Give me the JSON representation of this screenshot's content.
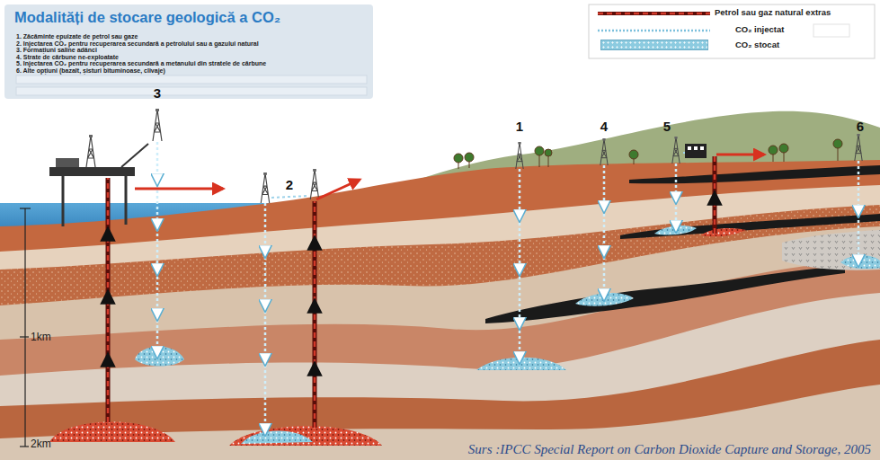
{
  "diagram": {
    "title": "Modalități de stocare geologică a CO₂",
    "caption": "Surs :IPCC Special Report on Carbon Dioxide Capture and Storage, 2005",
    "labels": [
      "1. Zăcăminte epuizate de petrol sau gaze",
      "2. Injectarea CO₂ pentru recuperarea secundară a petrolului sau a gazului natural",
      "3. Formațiuni saline adânci",
      "4. Strate de cărbune ne-exploatate",
      "5. Injectarea CO₂ pentru recuperarea secundară a metanului din stratele de cărbune",
      "6. Alte opțiuni (bazalt, șisturi bituminoase, clivaje)",
      "3",
      "2",
      "1",
      "4",
      "5",
      "6",
      "1km",
      "2km"
    ],
    "legend": [
      {
        "text": "Petrol sau gaz natural extras"
      },
      {
        "text": "CO₂ injectat"
      },
      {
        "text": "CO₂ stocat",
        "color": "#8ccbe0"
      }
    ]
  }
}
